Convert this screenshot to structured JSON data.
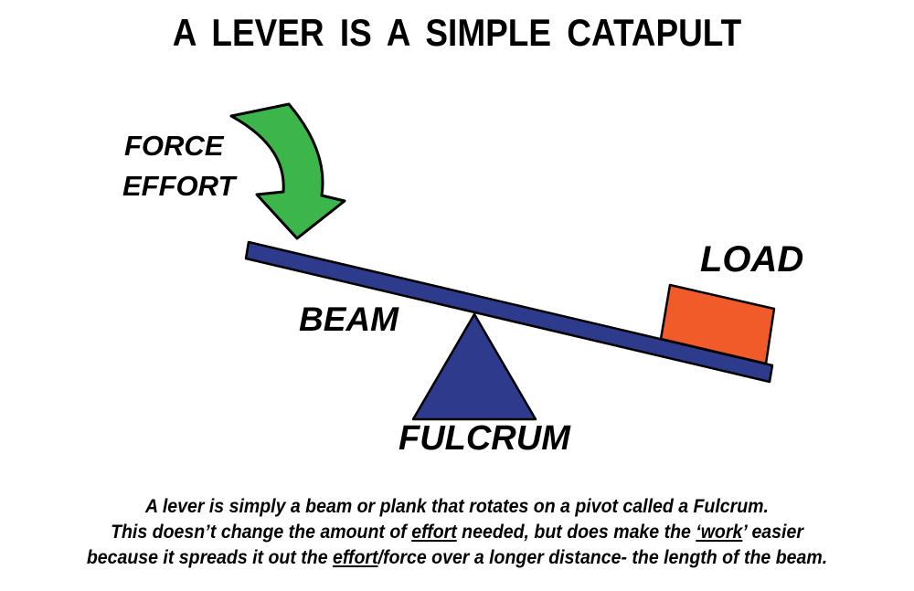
{
  "title": "A LEVER IS A SIMPLE CATAPULT",
  "labels": {
    "force": "FORCE",
    "effort": "EFFORT",
    "beam": "BEAM",
    "fulcrum": "FULCRUM",
    "load": "LOAD"
  },
  "colors": {
    "arrow_green": "#3cb54a",
    "beam_blue": "#2e3a8c",
    "load_orange": "#f15b2a",
    "outline": "#000000",
    "text": "#000000",
    "background": "#ffffff"
  },
  "caption": {
    "line1": [
      {
        "t": "A lever is simply a beam or plank that rotates on a pivot called a Fulcrum.",
        "u": false
      }
    ],
    "line2": [
      {
        "t": "This doesn’t change the amount of ",
        "u": false
      },
      {
        "t": "effort",
        "u": true
      },
      {
        "t": " needed, but does make the ",
        "u": false
      },
      {
        "t": "‘work",
        "u": true
      },
      {
        "t": "’ easier",
        "u": false
      }
    ],
    "line3": [
      {
        "t": "because it spreads it out the ",
        "u": false
      },
      {
        "t": "effort",
        "u": true
      },
      {
        "t": "/force over a longer distance- the length of the beam.",
        "u": false
      }
    ]
  }
}
